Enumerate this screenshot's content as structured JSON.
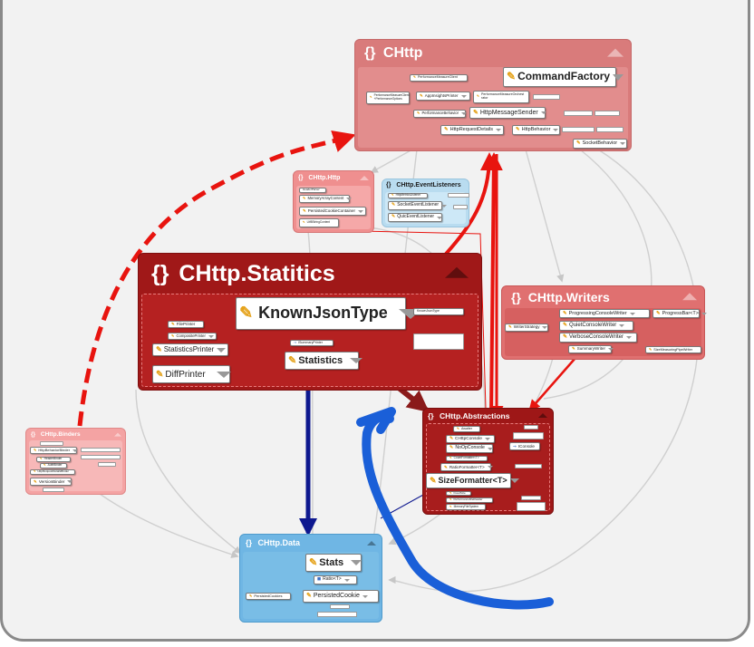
{
  "containers": {
    "chttp": {
      "title": "CHttp",
      "ns": "{}",
      "color": "#d97b7b",
      "body": "#e28d8d"
    },
    "chttp_http": {
      "title": "CHttp.Http",
      "ns": "{}",
      "color": "#ef8f8f",
      "body": "#f5a8a8"
    },
    "chttp_eventlisteners": {
      "title": "CHttp.EventListeners",
      "ns": "{}",
      "color": "#b9dcf0",
      "body": "#cde8f7"
    },
    "chttp_statitics": {
      "title": "CHttp.Statitics",
      "ns": "{}",
      "color": "#a01818",
      "body": "#b52121"
    },
    "chttp_writers": {
      "title": "CHttp.Writers",
      "ns": "{}",
      "color": "#e07070",
      "body": "#d66060"
    },
    "chttp_binders": {
      "title": "CHttp.Binders",
      "ns": "{}",
      "color": "#f4a3a3",
      "body": "#f7b8b8"
    },
    "chttp_abstractions": {
      "title": "CHttp.Abstractions",
      "ns": "{}",
      "color": "#9e1717",
      "body": "#a81d1d"
    },
    "chttp_data": {
      "title": "CHttp.Data",
      "ns": "{}",
      "color": "#6fb6e4",
      "body": "#79bde6"
    }
  },
  "nodes": {
    "chttp": {
      "command_factory": "CommandFactory",
      "http_message_sender": "HttpMessageSender",
      "http_request_details": "HttpRequestDetails",
      "http_behavior": "HttpBehavior",
      "socket_behavior": "SocketBehavior",
      "performance_measure_client": "PerformanceMeasureClient",
      "app_insights_printer": "AppInsightsPrinter",
      "performance_behavior": "PerformanceBehavior",
      "performance_measure_orchestrator": "PerformanceMeasureOrchest rator",
      "performance_measure_client_performance_options": "PerformanceMeasureClient +PerformanceOptions"
    },
    "chttp_http": {
      "header_parser": "HeaderParser",
      "memory_array_content": "MemoryArrayContent",
      "persisted_cookie_container": "PersistedCookieContainer",
      "utf8_string_content": "Utf8StringContent"
    },
    "chttp_eventlisteners": {
      "http_metrics_listener": "HttpMetricsListener",
      "socket_event_listener": "SocketEventListener",
      "quic_event_listener": "QuicEventListener"
    },
    "chttp_statitics": {
      "known_json_type": "KnownJsonType",
      "file_printer": "FilePrinter",
      "composite_printer": "CompositePrinter",
      "statistics_printer": "StatisticsPrinter",
      "diff_printer": "DiffPrinter",
      "statistics": "Statistics",
      "isummary_printer": "ISummaryPrinter",
      "known_json_type_ref": "KnownJsonType"
    },
    "chttp_writers": {
      "progressing_console_writer": "ProgressingConsoleWriter",
      "progress_bar": "ProgressBar<T>",
      "writer_strategy": "WriterStrategy",
      "quiet_console_writer": "QuietConsoleWriter",
      "verbose_console_writer": "VerboseConsoleWriter",
      "summary_writer": "SummaryWriter",
      "size_measuring_pipe_writer": "SizeMeasuringPipeWriter"
    },
    "chttp_binders": {
      "http_behavior_binder": "HttpBehaviorBinder",
      "version_binder": "VersionBinder",
      "http_request_details_binder": "HttpRequestDetailsBinder",
      "auth_binder": "AuthBinder",
      "header_binder": "HeaderBinder"
    },
    "chttp_abstractions": {
      "awaiter": "Awaiter",
      "chttp_console": "CHttpConsole",
      "noop_console": "NoOpConsole",
      "iconsole": "IConsole",
      "count_formatter": "CountFormatter<T>",
      "ratio_formatter": "RatioFormatter<T>",
      "size_formatter": "SizeFormatter<T>",
      "fixed_size": "FixedSize",
      "performance_file_reader": "PerformanceFileReader",
      "memory_file_system": "MemoryFileSystem"
    },
    "chttp_data": {
      "stats": "Stats",
      "ratio": "Ratio<T>",
      "persisted_cookie": "PersistedCookie",
      "persisted_cookies": "PersistedCookies"
    }
  },
  "edge_colors": {
    "red_dashed": "#e8140f",
    "red_strong": "#e8140f",
    "dark_red": "#8a1a1a",
    "navy": "#0e188f",
    "blue_handdrawn": "#1a5fd8",
    "grey": "#cfcfcf"
  }
}
